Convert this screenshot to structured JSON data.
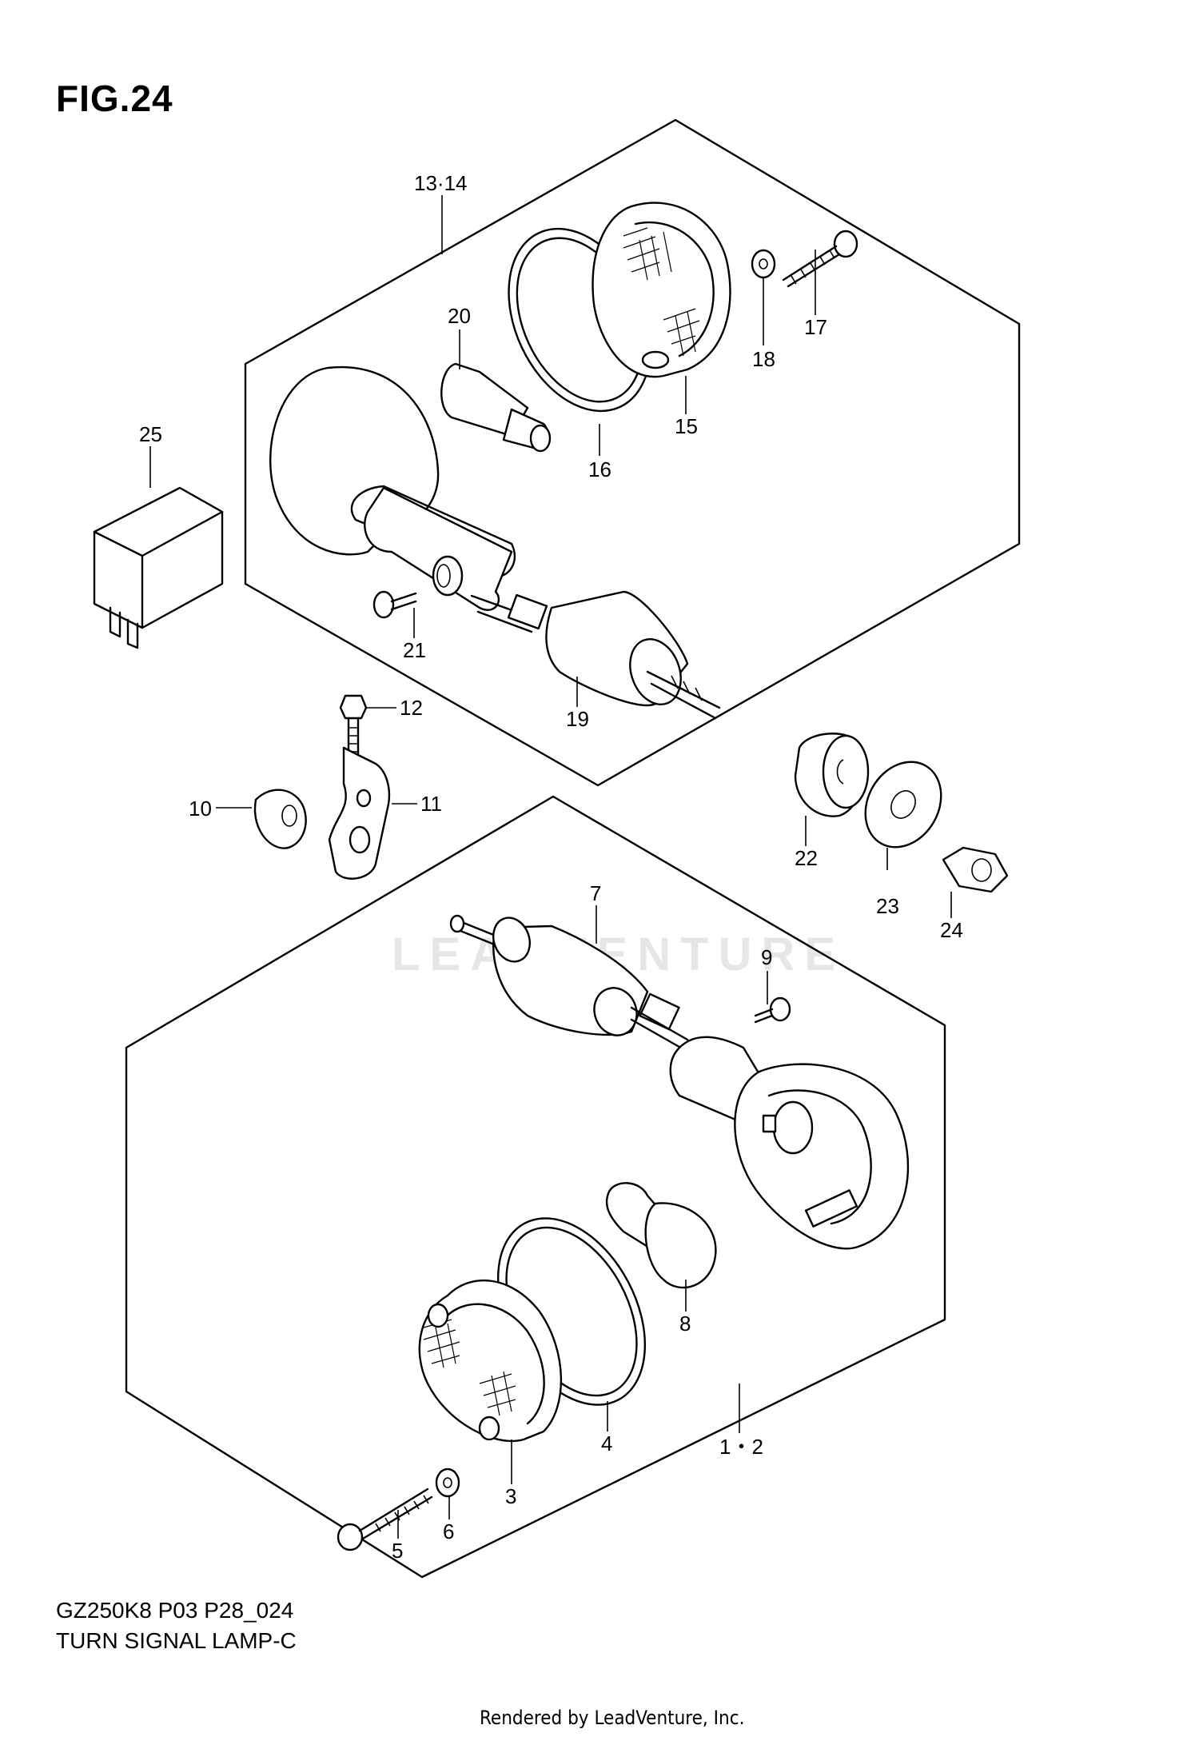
{
  "figure": {
    "title": "FIG.24",
    "model_code": "GZ250K8 P03 P28_024",
    "name": "TURN SIGNAL LAMP-C"
  },
  "watermark": "LEADVENTURE",
  "credit": "Rendered by LeadVenture, Inc.",
  "callouts": {
    "c13_14": "13·14",
    "c20": "20",
    "c17": "17",
    "c18": "18",
    "c15": "15",
    "c16": "16",
    "c25": "25",
    "c21": "21",
    "c19": "19",
    "c12": "12",
    "c10": "10",
    "c11": "11",
    "c22": "22",
    "c23": "23",
    "c24": "24",
    "c7": "7",
    "c9": "9",
    "c8": "8",
    "c4": "4",
    "c1_2": "1・2",
    "c3": "3",
    "c6": "6",
    "c5": "5"
  }
}
